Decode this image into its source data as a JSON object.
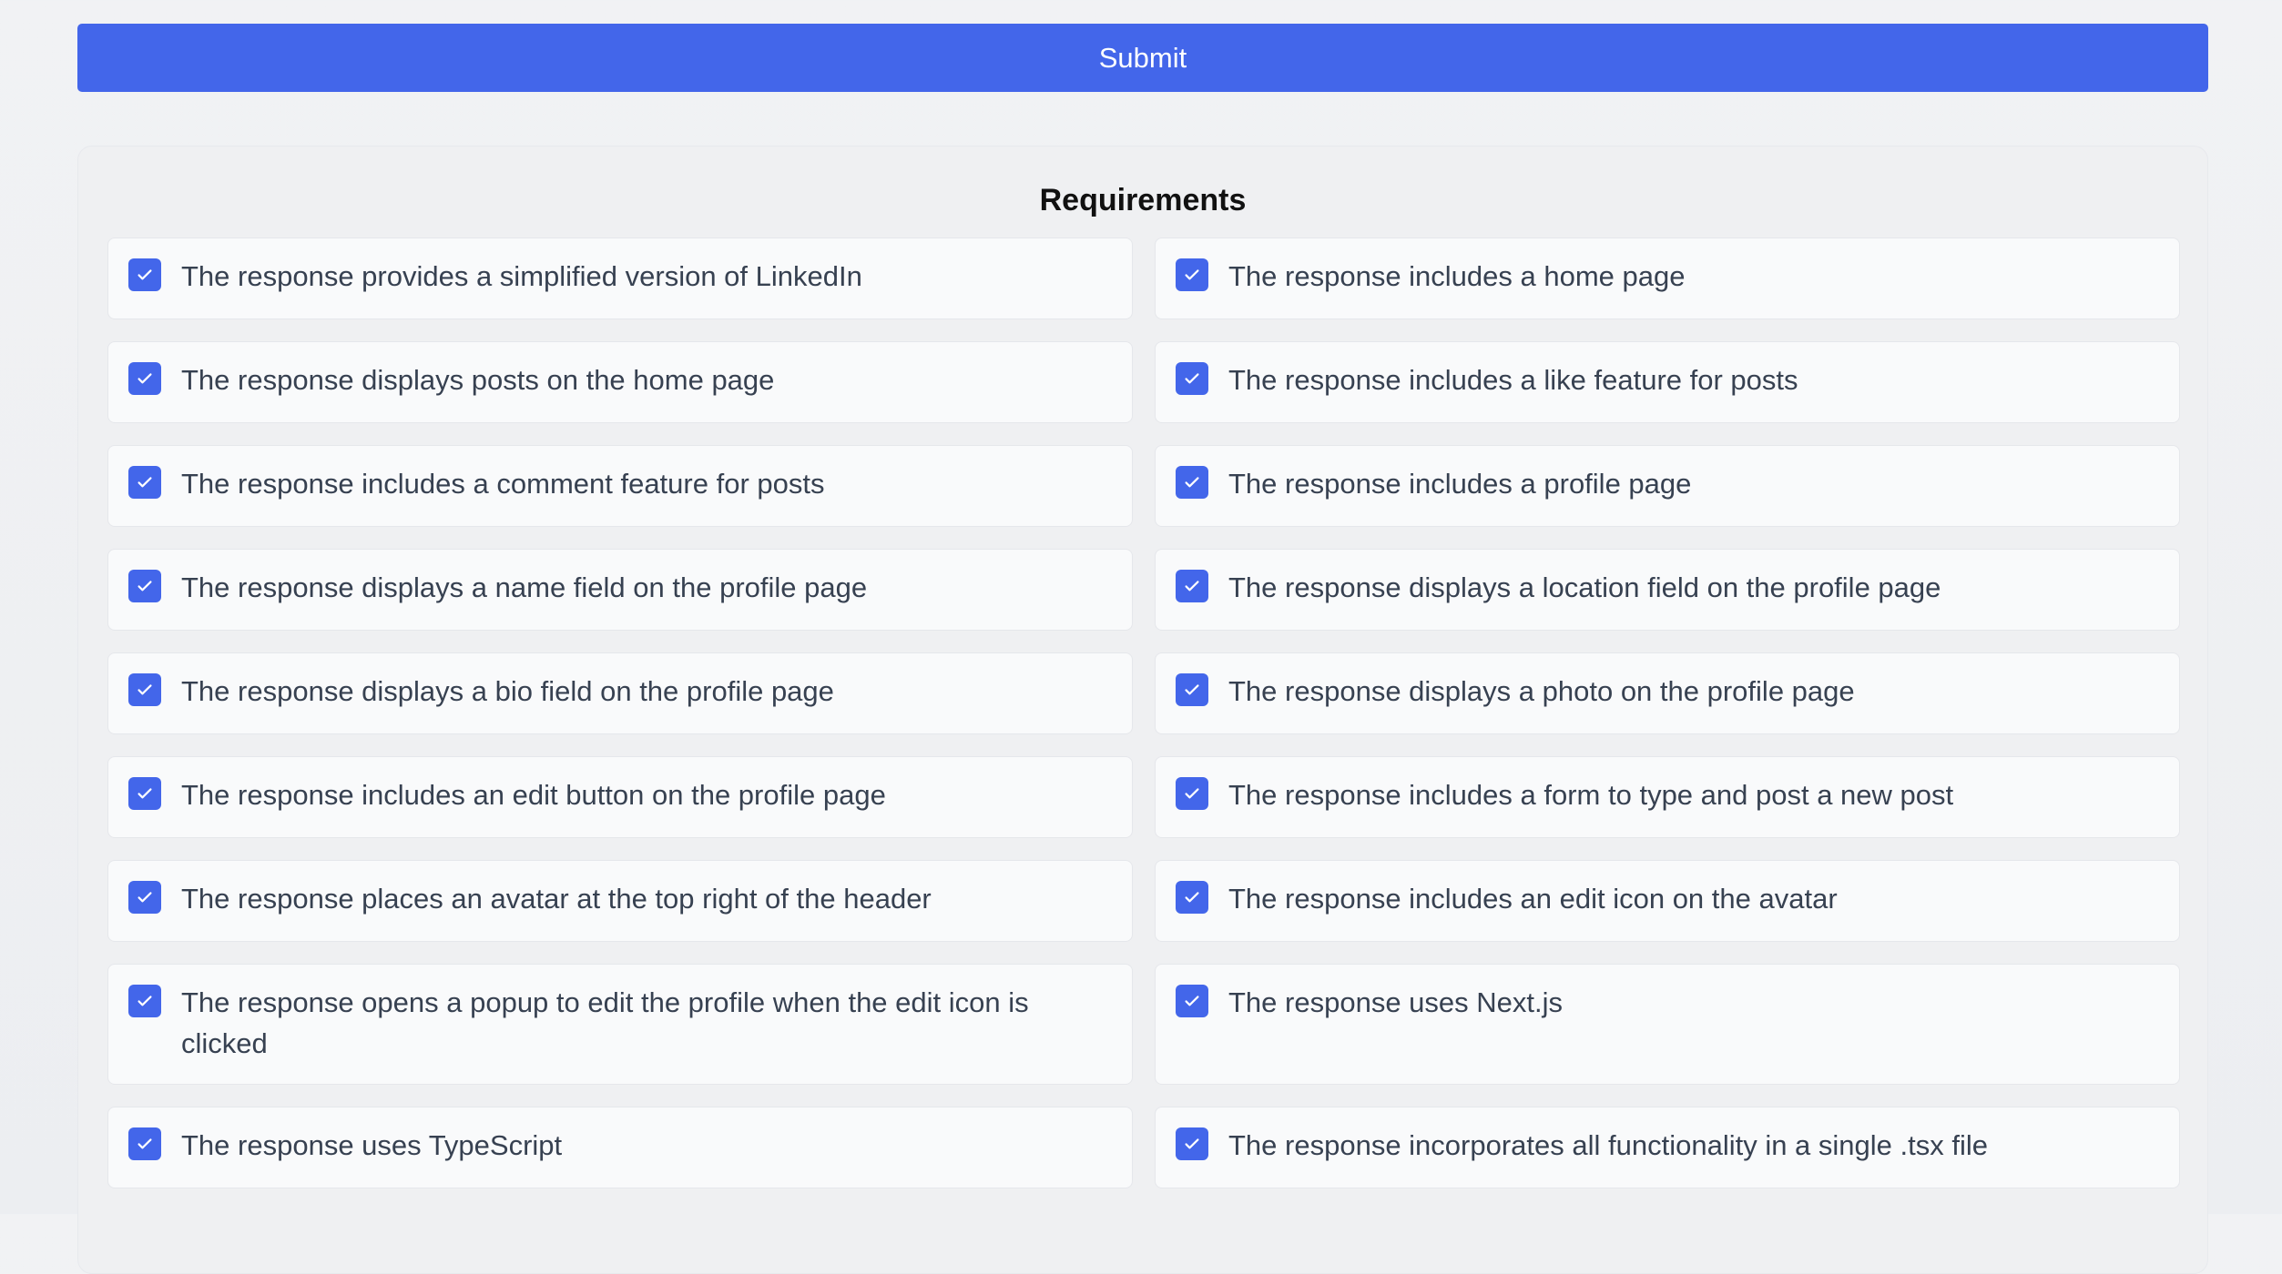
{
  "submit": {
    "label": "Submit"
  },
  "requirements": {
    "title": "Requirements",
    "items": [
      {
        "text": "The response provides a simplified version of LinkedIn",
        "checked": true
      },
      {
        "text": "The response includes a home page",
        "checked": true
      },
      {
        "text": "The response displays posts on the home page",
        "checked": true
      },
      {
        "text": "The response includes a like feature for posts",
        "checked": true
      },
      {
        "text": "The response includes a comment feature for posts",
        "checked": true
      },
      {
        "text": "The response includes a profile page",
        "checked": true
      },
      {
        "text": "The response displays a name field on the profile page",
        "checked": true
      },
      {
        "text": "The response displays a location field on the profile page",
        "checked": true
      },
      {
        "text": "The response displays a bio field on the profile page",
        "checked": true
      },
      {
        "text": "The response displays a photo on the profile page",
        "checked": true
      },
      {
        "text": "The response includes an edit button on the profile page",
        "checked": true
      },
      {
        "text": "The response includes a form to type and post a new post",
        "checked": true
      },
      {
        "text": "The response places an avatar at the top right of the header",
        "checked": true
      },
      {
        "text": "The response includes an edit icon on the avatar",
        "checked": true
      },
      {
        "text": "The response opens a popup to edit the profile when the edit icon is clicked",
        "checked": true
      },
      {
        "text": "The response uses Next.js",
        "checked": true
      },
      {
        "text": "The response uses TypeScript",
        "checked": true
      },
      {
        "text": "The response incorporates all functionality in a single .tsx file",
        "checked": true
      }
    ]
  },
  "colors": {
    "accent": "#4366ea",
    "page_background": "#eff0f2",
    "card_background": "#f9fafb",
    "text": "#374151"
  },
  "icons": {
    "checkbox": "check-icon"
  }
}
